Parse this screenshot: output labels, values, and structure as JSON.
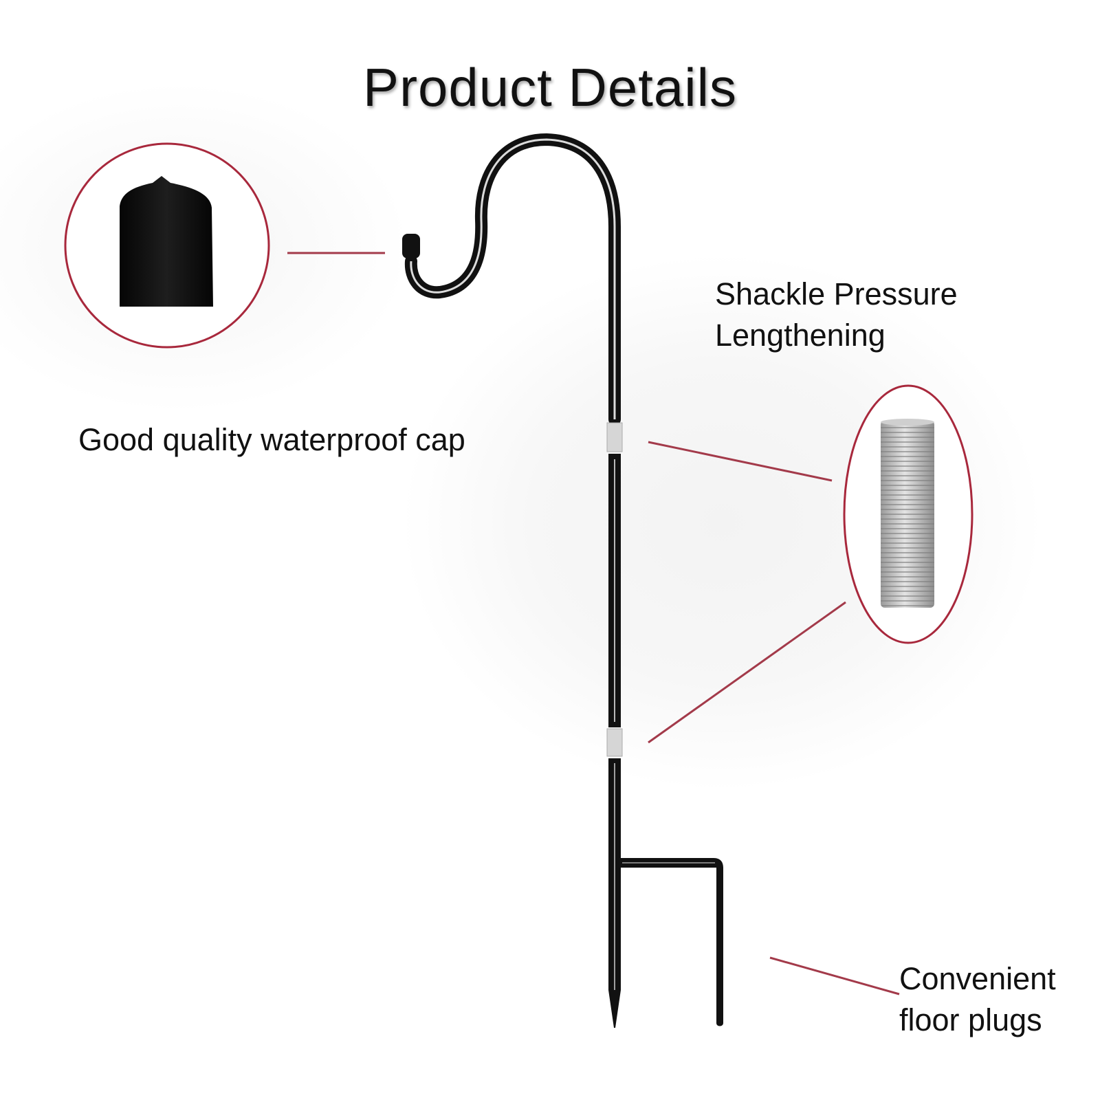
{
  "title": "Product Details",
  "callouts": {
    "cap": "Good quality waterproof cap",
    "shackle_line1": "Shackle Pressure",
    "shackle_line2": "Lengthening",
    "floor_line1": "Convenient",
    "floor_line2": "floor plugs"
  },
  "colors": {
    "callout_line": "#a33a4a",
    "circle_outline": "#a8283c",
    "rod": "#111111",
    "connector": "#d6d6d6"
  },
  "icons": [
    "waterproof-cap-icon",
    "threaded-connector-icon",
    "shepherd-hook-icon"
  ]
}
